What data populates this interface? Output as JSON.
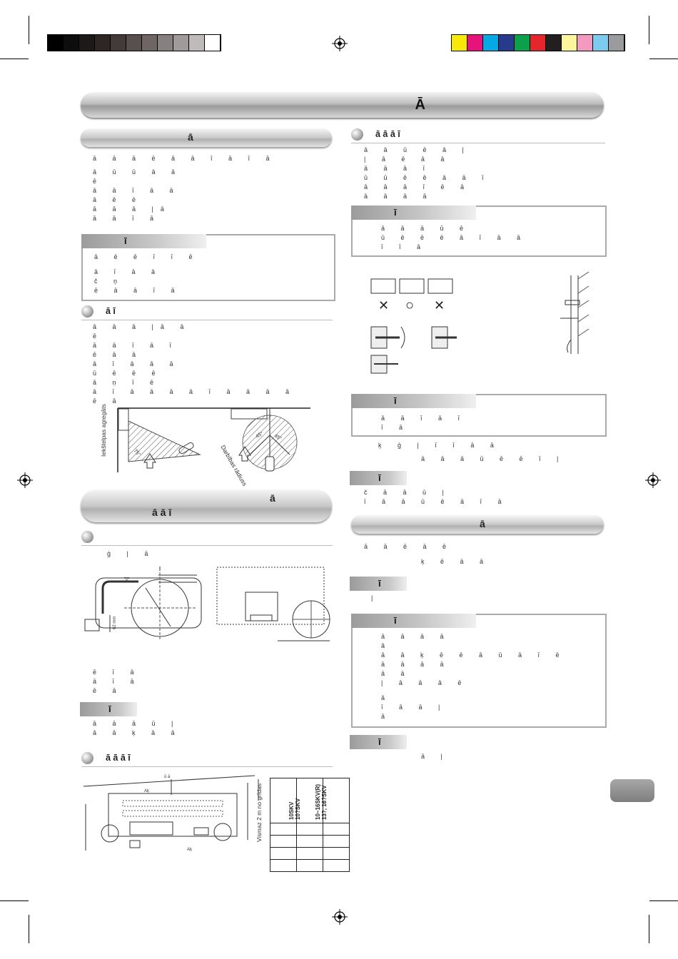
{
  "colors": {
    "grayscale": [
      "#000000",
      "#0d0d0d",
      "#1c1a19",
      "#2d2625",
      "#433b3a",
      "#58504f",
      "#6e6564",
      "#878080",
      "#a09a9a",
      "#bfbbbb",
      "#ffffff"
    ],
    "process": [
      "#f7ea06",
      "#e8127c",
      "#05a9e4",
      "#283a8c",
      "#0ba14b",
      "#e5262b",
      "#231f20",
      "#fbf59b",
      "#f29ac0",
      "#7dcbef",
      "#9a9b9d"
    ]
  },
  "header": {
    "title": "Ā"
  },
  "sections": {
    "left_top": "ā",
    "left_note1": "ī",
    "left_sub1": "ā ī",
    "left_mid_line1": "ā",
    "left_mid_line2": "ā ā ī",
    "left_sub2": "",
    "left_note2": "ī",
    "left_sub3": "ā ā ā ī",
    "right_sub1": "ā ā ā ī",
    "right_note1": "ī",
    "right_note2": "ī",
    "right_note3": "ī",
    "right_pill": "ā",
    "right_note4": "ī",
    "right_note5": "ī",
    "right_note6": "ī"
  },
  "left_text": {
    "p1": [
      "ā ā ā ē ā ā ī ā ī ā",
      "ā ū ū ā ā",
      "ē",
      "ā ā ī ā ā",
      "ā ē ē",
      "ā ā ā |ā",
      "ā ā ī ā"
    ],
    "note1": [
      "ā ē ē ī ī ē",
      "ā ī ā ā",
      "č ņ",
      "ē ā ā ī ā"
    ],
    "sub1": [
      "ā ā ā |ā ā",
      "ē",
      "ā ā ī ā ī",
      "ē ā ā",
      "ā ī ā ā ā",
      "ū ē ē ē",
      "ā ņ ī ē",
      "ā ī ā ā ā ā ī ā ā ā ā",
      "ē ā"
    ],
    "sub2": [
      "ģ | ā"
    ],
    "p2": [
      "ē ī ā",
      "ā ī ā",
      "ē ā"
    ],
    "note2": [
      "ā ā ā ū |",
      "ā ā ķ ā ā"
    ]
  },
  "right_text": {
    "sub1": [
      "ā ā ū ē ā |",
      "| ā ē ā ā",
      "ā ā ā ī",
      "ū ū ē ē ā ā ī",
      "ā ā ā ī ē ā",
      "ā ā ā ā"
    ],
    "note1": [
      "ā ā ā ū ē",
      "ū ē ē ē ā ī ā ā",
      "ī ī ā"
    ],
    "note2": [
      "ā ā ī ā ī",
      "ī ā"
    ],
    "p_after_note2": [
      "ķ ģ | ī ī ā ā",
      "ā ā ā ū ē ē ī |"
    ],
    "note3": [
      "č ā ā ū |",
      "ī ā ā ū ē ā ī ā"
    ],
    "p_after_pill": [
      "ā ā ē ā ē",
      "ķ ē ā ā"
    ],
    "note4": [
      "|"
    ],
    "note5": [
      "ā ā ā ā",
      "ā",
      "ā ā ķ ē ē ā ū ā ī ē",
      "ā ā ā ā",
      "ā ā",
      "| ā ā ā ē",
      "ā",
      "ī ā ā |",
      "ā"
    ],
    "note6": [
      "ā |"
    ]
  },
  "diagram_labels": {
    "unit_left": "Iekštelpas agregāts",
    "radius": "Darbības rādiuss",
    "angle1": "45°",
    "angle2": "45°",
    "dim_62": "62 mm",
    "ak1": "Aķ",
    "ak2": "Aķ",
    "ua": "ū ā",
    "min2m": "Vismaz 2 m no grīdas",
    "model1": "10SKV",
    "model1b": "10?SKV",
    "model2": "10~16SKV(R)",
    "model2b": "13?, 16?SKV",
    "ox_o": "○",
    "ox_x": "✕"
  }
}
